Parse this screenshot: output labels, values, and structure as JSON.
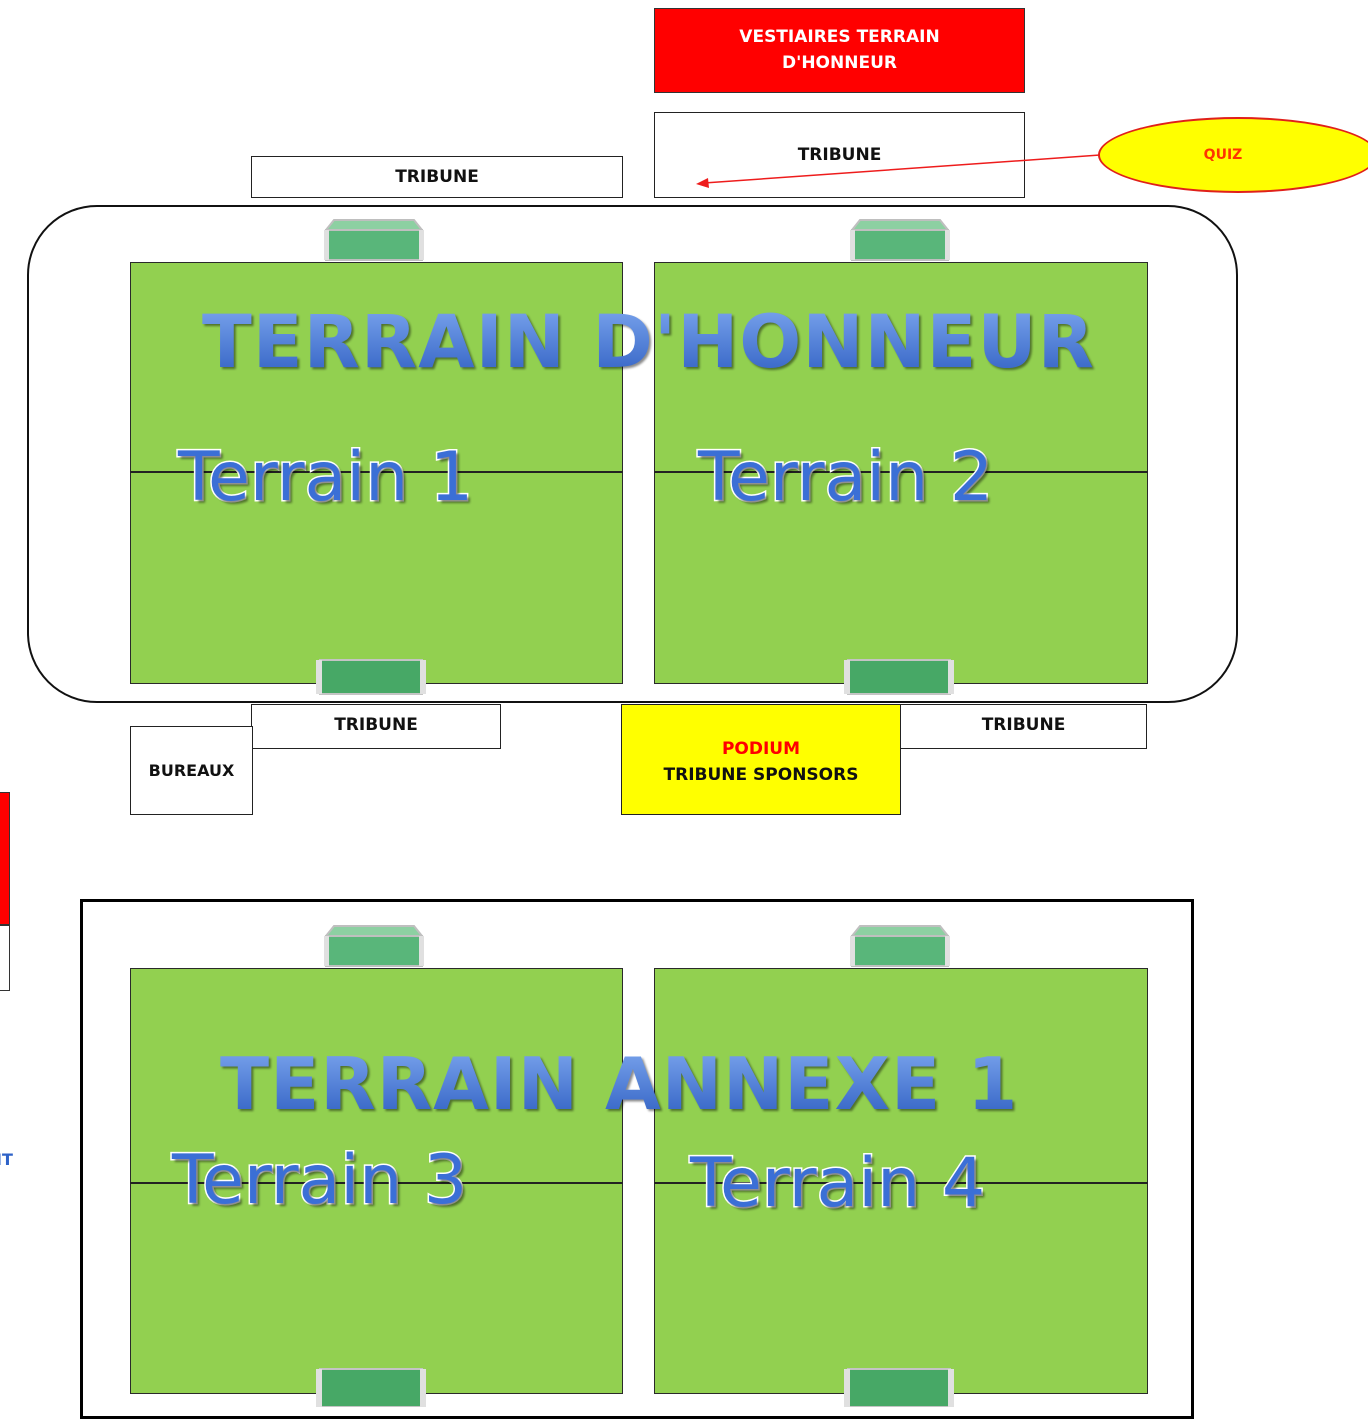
{
  "vestiaires": {
    "line1": "VESTIAIRES TERRAIN",
    "line2": "D'HONNEUR"
  },
  "tribune_top_left": "TRIBUNE",
  "tribune_top_right": "TRIBUNE",
  "quiz": "QUIZ",
  "stadium1": {
    "title": "TERRAIN D'HONNEUR",
    "pitch_left": "Terrain 1",
    "pitch_right": "Terrain 2"
  },
  "tribune_bottom_left": "TRIBUNE",
  "bureaux": "BUREAUX",
  "podium": {
    "line1": "PODIUM",
    "line2": "TRIBUNE SPONSORS"
  },
  "tribune_bottom_right": "TRIBUNE",
  "stadium2": {
    "title": "TERRAIN ANNEXE 1",
    "pitch_left": "Terrain 3",
    "pitch_right": "Terrain 4"
  },
  "cut_left_text": "IT",
  "colors": {
    "pitch": "#92d050",
    "red": "#ff0000",
    "yellow": "#ffff00",
    "title_blue": "#3a6fd8",
    "quiz_text": "#ff3300",
    "podium_text": "#ff0000"
  }
}
